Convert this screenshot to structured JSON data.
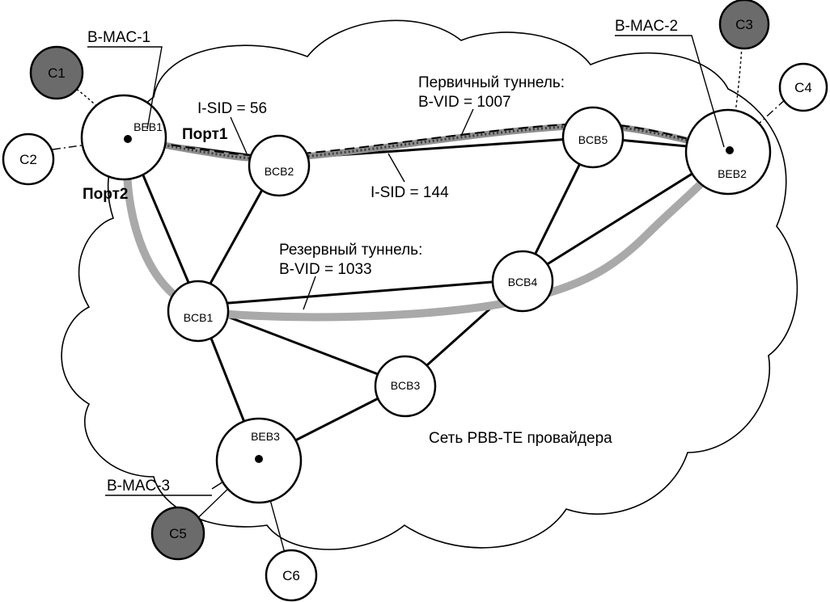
{
  "labels": {
    "bmac1": "B-MAC-1",
    "bmac2": "B-MAC-2",
    "bmac3": "B-MAC-3",
    "isid56": "I-SID = 56",
    "isid144": "I-SID = 144",
    "port1": "Порт1",
    "port2": "Порт2",
    "primary_line1": "Первичный туннель:",
    "primary_line2": "B-VID = 1007",
    "backup_line1": "Резервный туннель:",
    "backup_line2": "B-VID = 1033",
    "network": "Сеть  PBB-TE провайдера"
  },
  "nodes": {
    "beb1": "BEB1",
    "beb2": "BEB2",
    "beb3": "BEB3",
    "bcb1": "BCB1",
    "bcb2": "BCB2",
    "bcb3": "BCB3",
    "bcb4": "BCB4",
    "bcb5": "BCB5"
  },
  "customers": {
    "c1": "C1",
    "c2": "C2",
    "c3": "C3",
    "c4": "C4",
    "c5": "C5",
    "c6": "C6"
  },
  "colors": {
    "customer_shaded": "#6b6b6b",
    "backup_tunnel": "#a9a9a9",
    "primary_tunnel": "#8f8f8f"
  }
}
